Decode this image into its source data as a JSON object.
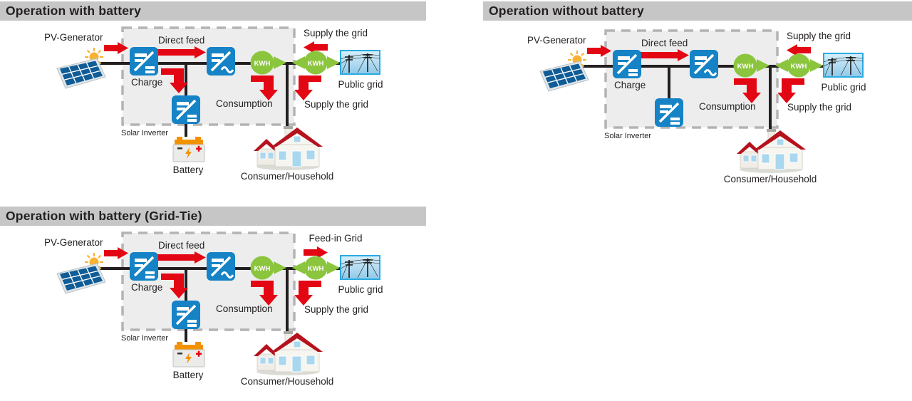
{
  "colors": {
    "header_bg": "#c6c6c6",
    "text": "#231f20",
    "arrow_red": "#e30613",
    "meter_green": "#8bc53e",
    "inverter_blue": "#1583c5",
    "grid_frame_blue": "#29abe2",
    "box_fill": "#ededed",
    "box_dash": "#b3b3b3"
  },
  "diagrams": [
    {
      "title": "Operation with battery",
      "labels": {
        "pv": "PV-Generator",
        "direct_feed": "Direct feed",
        "charge": "Charge",
        "solar_inverter": "Solar Inverter",
        "consumption": "Consumption",
        "grid_top": "Supply the grid",
        "grid_bottom": "Supply the grid",
        "battery": "Battery",
        "public_grid": "Public grid",
        "consumer": "Consumer/Household",
        "kwh": "KWH"
      }
    },
    {
      "title": "Operation without battery",
      "labels": {
        "pv": "PV-Generator",
        "direct_feed": "Direct feed",
        "charge": "Charge",
        "solar_inverter": "Solar Inverter",
        "consumption": "Consumption",
        "grid_top": "Supply the grid",
        "grid_bottom": "Supply the grid",
        "public_grid": "Public grid",
        "consumer": "Consumer/Household",
        "kwh": "KWH"
      }
    },
    {
      "title": "Operation with battery (Grid-Tie)",
      "labels": {
        "pv": "PV-Generator",
        "direct_feed": "Direct feed",
        "charge": "Charge",
        "solar_inverter": "Solar Inverter",
        "consumption": "Consumption",
        "grid_top": "Feed-in Grid",
        "grid_bottom": "Supply the grid",
        "battery": "Battery",
        "public_grid": "Public grid",
        "consumer": "Consumer/Household",
        "kwh": "KWH"
      }
    }
  ]
}
